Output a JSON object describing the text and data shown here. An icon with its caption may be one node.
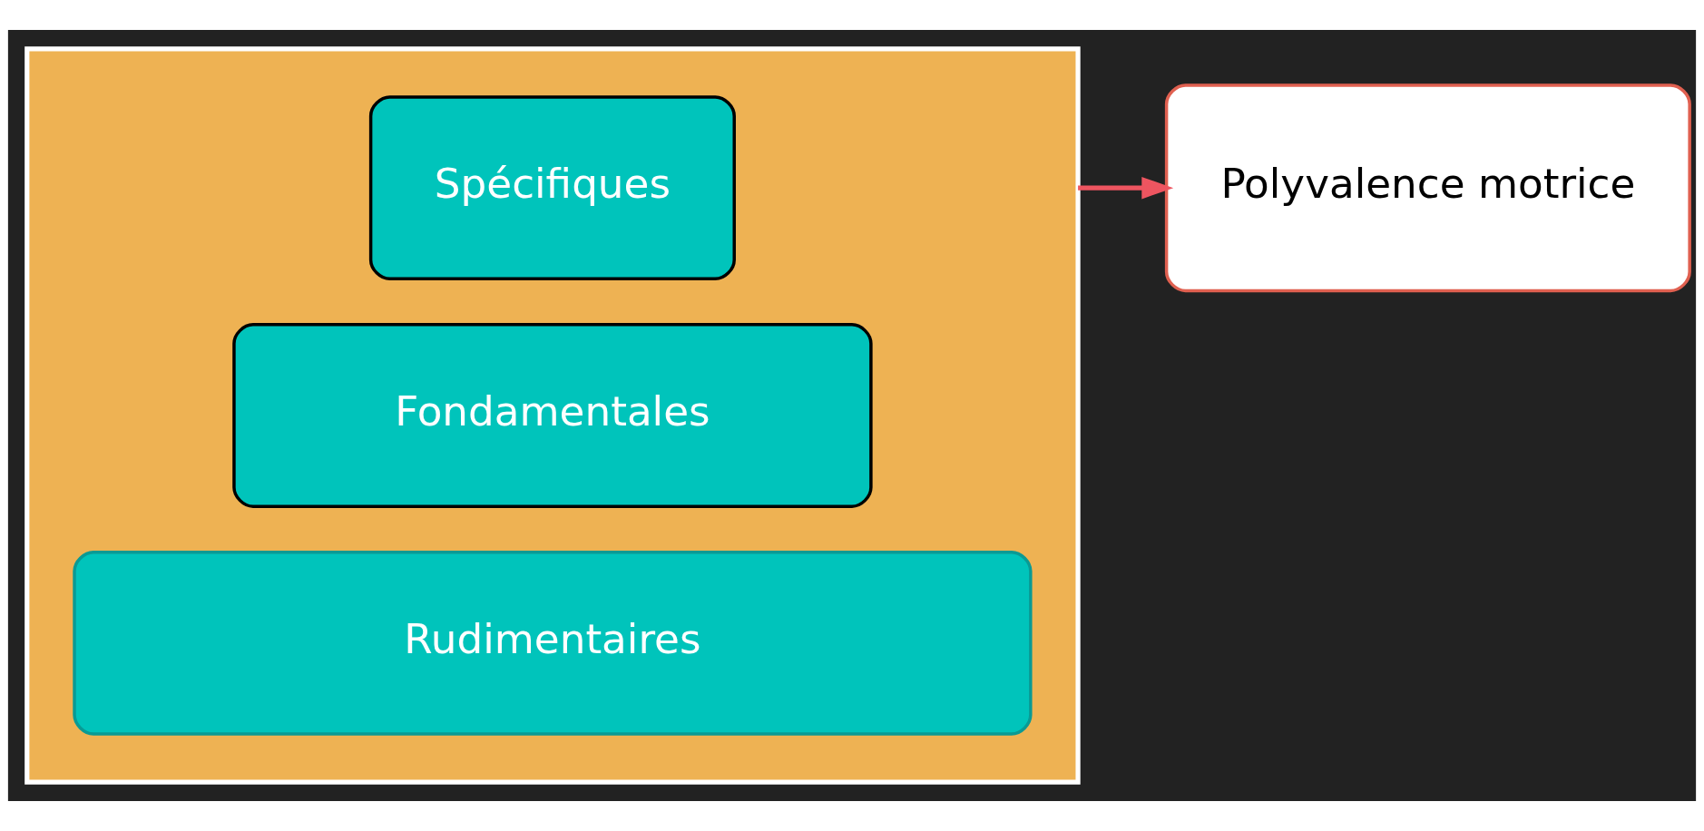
{
  "diagram": {
    "nodes": [
      {
        "text": [],
        "shape": "triangle"
      },
      {
        "text": [
          "Spécifiques"
        ],
        "in": 0
      },
      {
        "text": [
          "Fondamentales"
        ],
        "in": 0
      },
      {
        "text": [
          "Rudimentaires"
        ],
        "in": 0
      },
      {
        "text": [
          "Polyvalence motrice"
        ]
      }
    ],
    "edges": [
      {
        "from": 0,
        "to": 4,
        "arrow": "to",
        "color": "#ee5560"
      }
    ]
  }
}
